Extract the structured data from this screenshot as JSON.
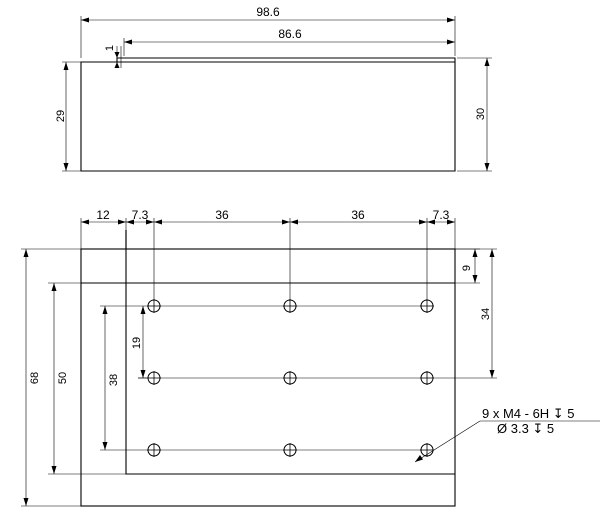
{
  "dimensions": {
    "top_overall_width": "98.6",
    "top_inner_width": "86.6",
    "top_step_height": "1",
    "top_left_height": "29",
    "top_right_height": "30",
    "left_margin": "12",
    "left_hole_offset": "7.3",
    "hole_pitch_1": "36",
    "hole_pitch_2": "36",
    "right_hole_offset": "7.3",
    "right_top_offset": "9",
    "right_span": "34",
    "row_pitch": "19",
    "inner_height": "38",
    "pocket_height": "50",
    "overall_height": "68"
  },
  "callout": {
    "line1": "9 x  M4 - 6H ↧ 5",
    "line2": "Ø 3.3 ↧ 5"
  }
}
